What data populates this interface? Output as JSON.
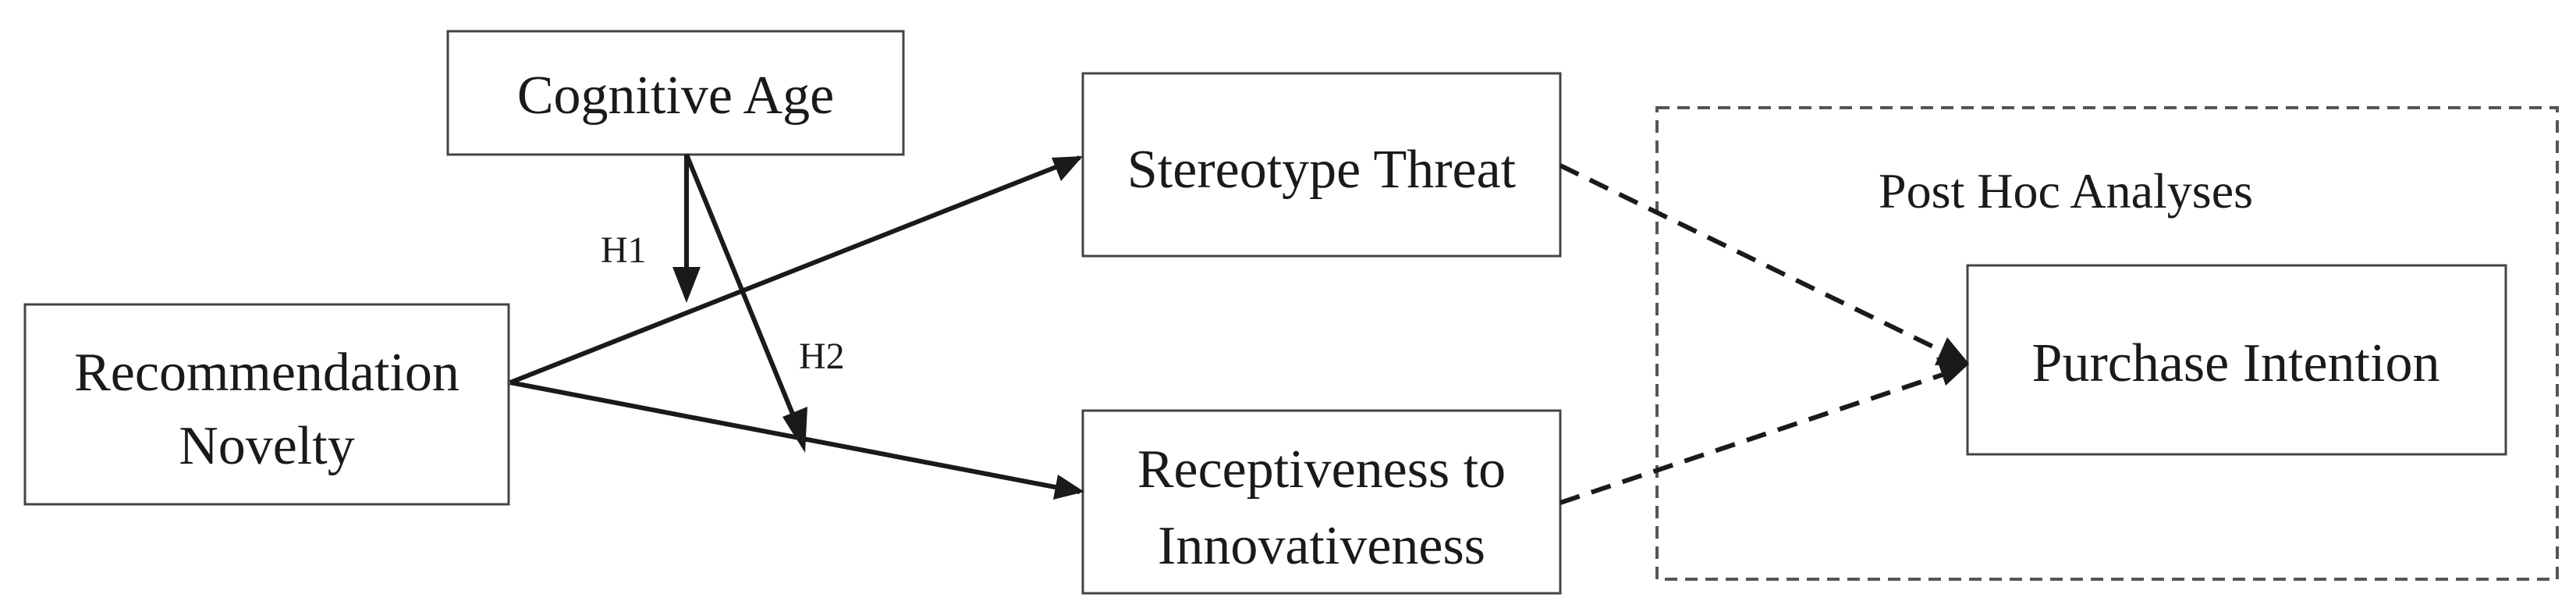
{
  "diagram": {
    "group": {
      "label": "Post Hoc Analyses",
      "border_style": "dashed"
    },
    "nodes": {
      "cognitive_age": {
        "label": "Cognitive Age"
      },
      "recommendation_novelty": {
        "line1": "Recommendation",
        "line2": "Novelty"
      },
      "stereotype_threat": {
        "label": "Stereotype Threat"
      },
      "receptiveness": {
        "line1": "Receptiveness to",
        "line2": "Innovativeness"
      },
      "purchase_intention": {
        "label": "Purchase Intention"
      }
    },
    "hypotheses": {
      "h1": {
        "label": "H1"
      },
      "h2": {
        "label": "H2"
      }
    },
    "edges": [
      {
        "from": "Recommendation Novelty",
        "to": "Stereotype Threat",
        "style": "solid"
      },
      {
        "from": "Recommendation Novelty",
        "to": "Receptiveness to Innovativeness",
        "style": "solid"
      },
      {
        "from": "Cognitive Age",
        "to": "H1 moderation",
        "style": "solid"
      },
      {
        "from": "Cognitive Age",
        "to": "H2 moderation",
        "style": "solid"
      },
      {
        "from": "Stereotype Threat",
        "to": "Purchase Intention",
        "style": "dashed"
      },
      {
        "from": "Receptiveness to Innovativeness",
        "to": "Purchase Intention",
        "style": "dashed"
      }
    ],
    "colors": {
      "stroke": "#1a1a1a",
      "box_border": "#444444",
      "background": "#ffffff"
    }
  }
}
